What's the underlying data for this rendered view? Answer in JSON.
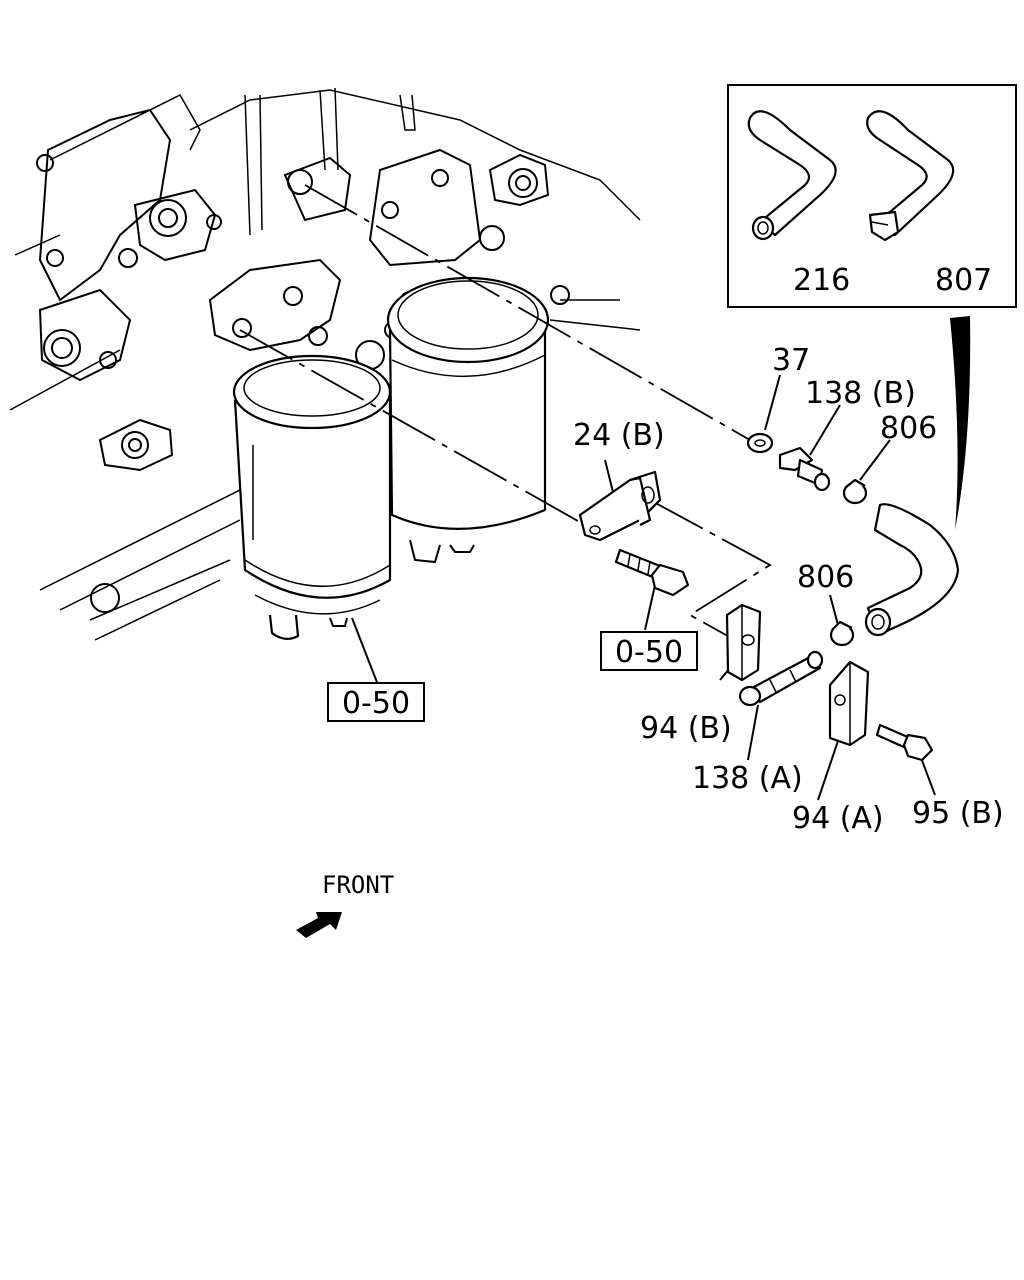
{
  "inset": {
    "labels": [
      "216",
      "807"
    ]
  },
  "callouts": {
    "c37": "37",
    "c138b": "138 (B)",
    "c806a": "806",
    "c24b": "24 (B)",
    "c806b": "806",
    "c94b": "94 (B)",
    "c138a": "138 (A)",
    "c94a": "94 (A)",
    "c95b": "95 (B)"
  },
  "ref_boxes": {
    "torque_1": "0-50",
    "torque_2": "0-50"
  },
  "front": {
    "label": "FRONT",
    "icon": "front-arrow-icon"
  }
}
